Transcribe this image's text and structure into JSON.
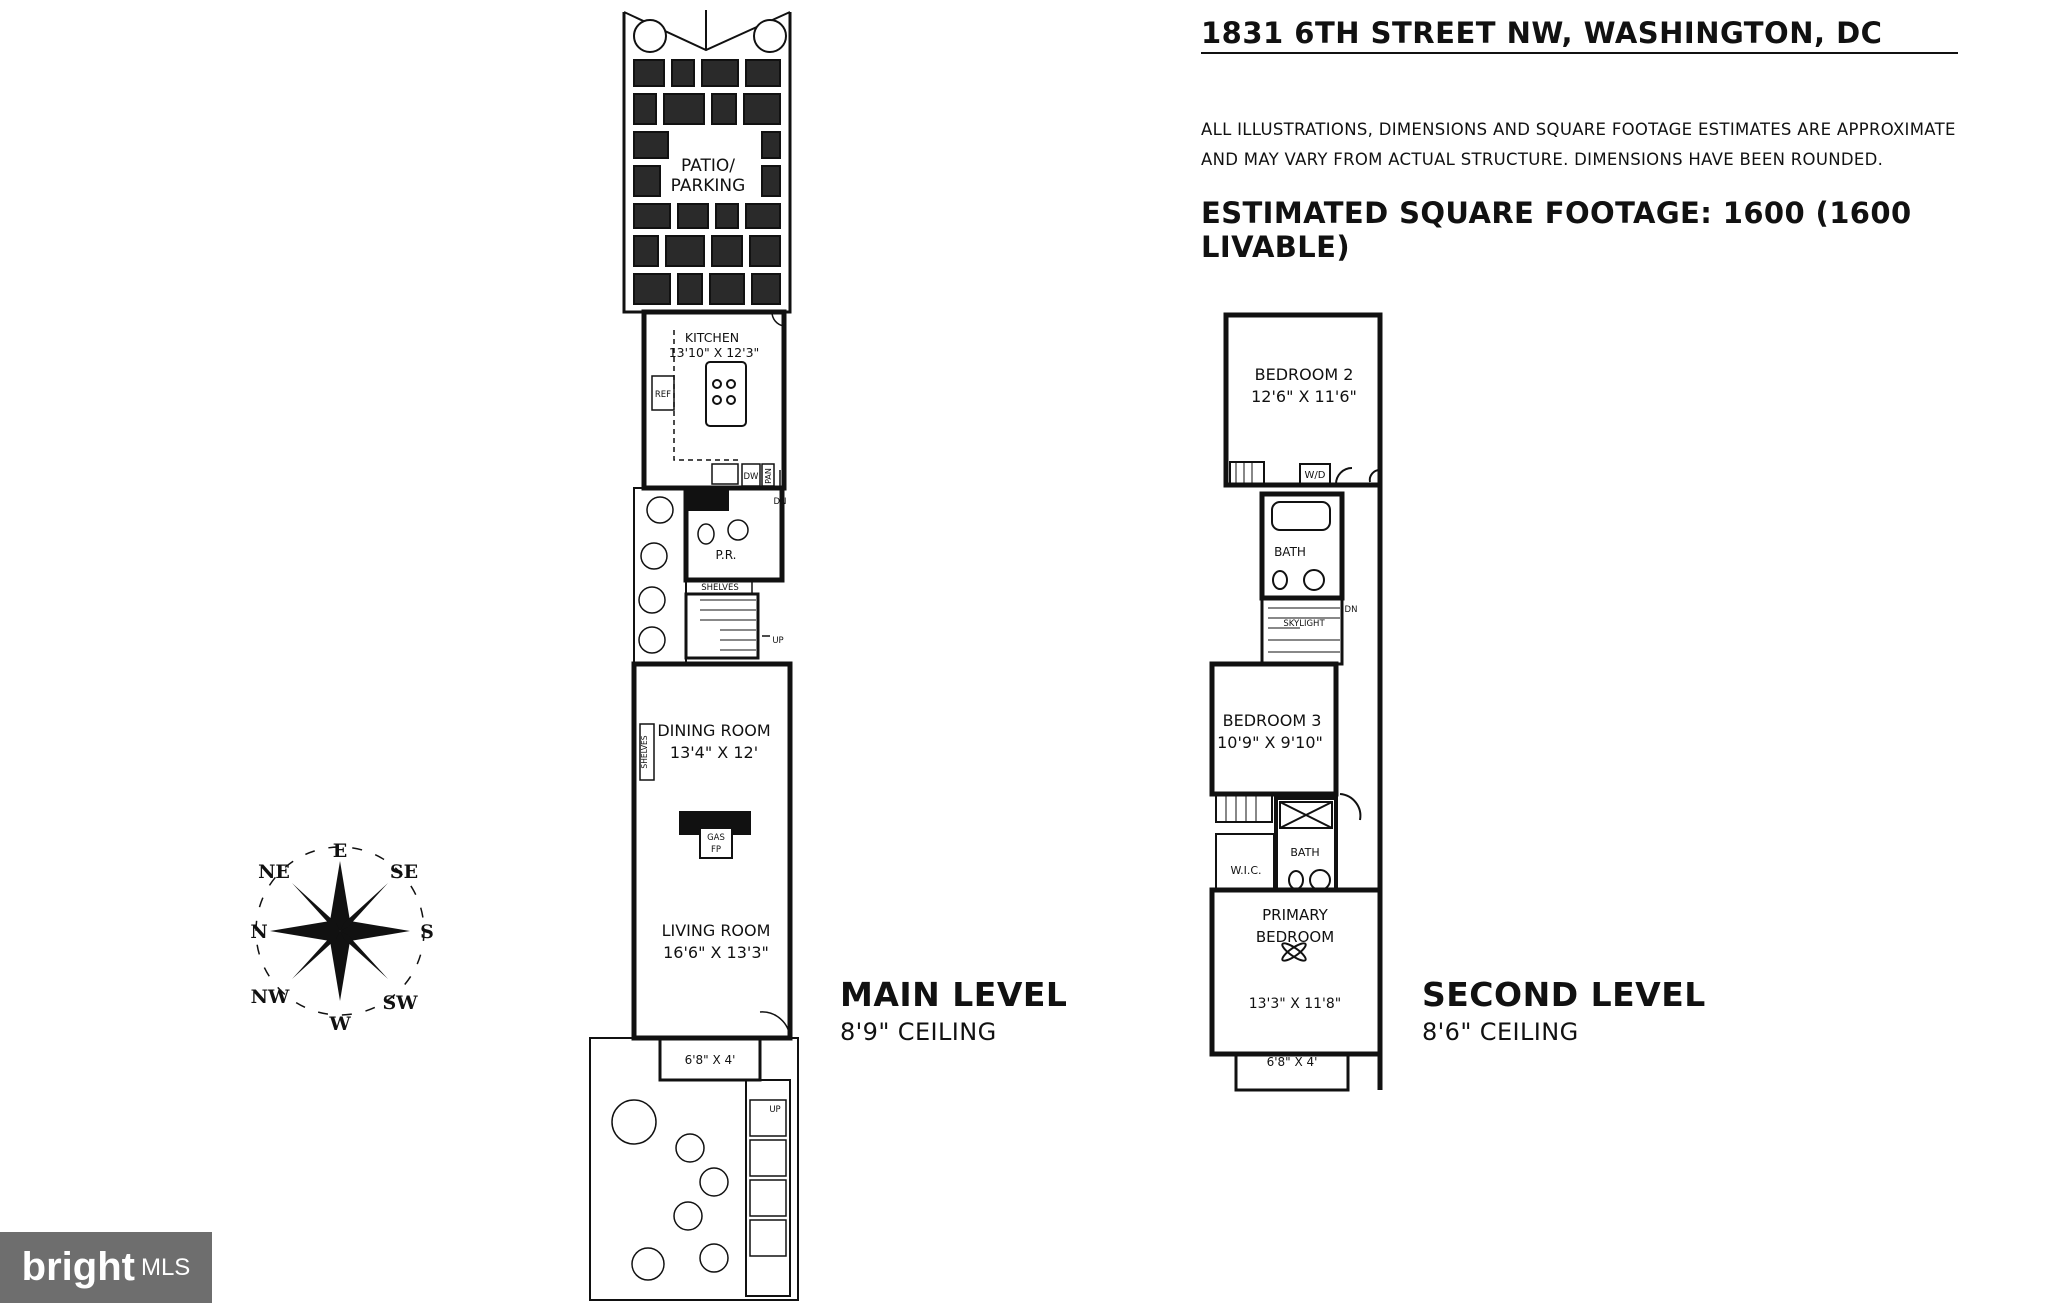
{
  "header": {
    "address": "1831 6TH STREET NW, WASHINGTON, DC",
    "disclaimer_line1": "ALL ILLUSTRATIONS, DIMENSIONS AND SQUARE FOOTAGE ESTIMATES ARE APPROXIMATE",
    "disclaimer_line2": "AND MAY VARY FROM ACTUAL STRUCTURE. DIMENSIONS HAVE BEEN ROUNDED.",
    "square_footage": "ESTIMATED SQUARE FOOTAGE: 1600 (1600 LIVABLE)"
  },
  "main_level": {
    "title": "MAIN LEVEL",
    "ceiling": "8'9\" CEILING",
    "patio_line1": "PATIO/",
    "patio_line2": "PARKING",
    "kitchen_name": "KITCHEN",
    "kitchen_dim": "13'10\" X 12'3\"",
    "ref": "REF",
    "dw": "DW",
    "pan": "PAN",
    "dn": "DN",
    "powder_room": "P.R.",
    "shelves": "SHELVES",
    "up": "UP",
    "dining_name": "DINING ROOM",
    "dining_dim": "13'4\" X 12'",
    "shelves_vertical": "SHELVES",
    "gas": "GAS",
    "fp": "FP",
    "living_name": "LIVING ROOM",
    "living_dim": "16'6\" X 13'3\"",
    "bay_dim": "6'8\" X 4'",
    "front_up": "UP"
  },
  "second_level": {
    "title": "SECOND LEVEL",
    "ceiling": "8'6\" CEILING",
    "bedroom2_name": "BEDROOM 2",
    "bedroom2_dim": "12'6\" X 11'6\"",
    "wd": "W/D",
    "bath_upper": "BATH",
    "skylight": "SKYLIGHT",
    "dn": "DN",
    "bedroom3_name": "BEDROOM 3",
    "bedroom3_dim": "10'9\" X 9'10\"",
    "bath_lower": "BATH",
    "wic": "W.I.C.",
    "primary_line1": "PRIMARY",
    "primary_line2": "BEDROOM",
    "primary_dim": "13'3\" X 11'8\"",
    "bay_dim": "6'8\" X 4'"
  },
  "compass": {
    "n": "N",
    "ne": "NE",
    "e": "E",
    "se": "SE",
    "s": "S",
    "sw": "SW",
    "w": "W",
    "nw": "NW",
    "icon": "compass-rose-icon"
  },
  "logo": {
    "text": "bright",
    "sub": "MLS"
  },
  "colors": {
    "ink": "#111111",
    "logo_bg": "#6e6e6e",
    "paving": "#2a2a2a"
  }
}
